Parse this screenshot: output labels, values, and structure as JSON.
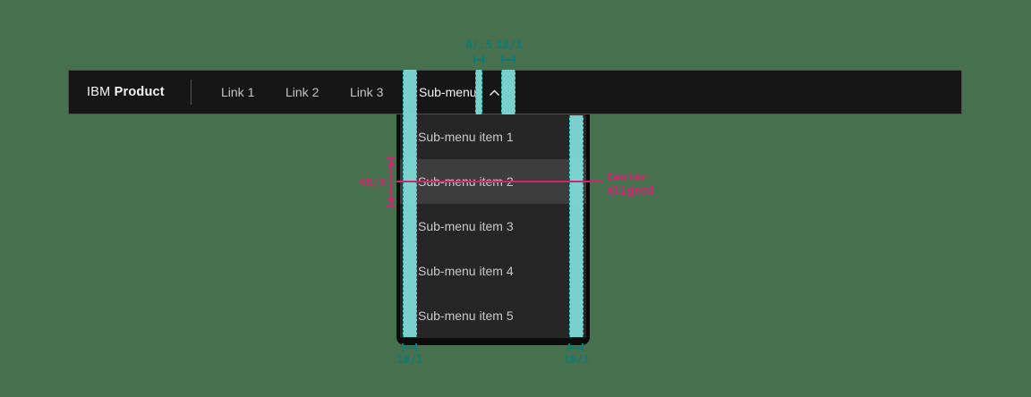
{
  "page": {
    "background_color": "#47704f",
    "description": "Carbon design spec: header sub-menu dropdown with spacing annotations"
  },
  "header": {
    "brand": {
      "prefix": "IBM ",
      "name": "Product"
    },
    "links": [
      {
        "label": "Link 1"
      },
      {
        "label": "Link 2"
      },
      {
        "label": "Link 3"
      }
    ],
    "submenu": {
      "label": "Sub-menu",
      "state": "expanded",
      "chevron_icon": "chevron-up-icon"
    }
  },
  "dropdown": {
    "items": [
      {
        "label": "Sub-menu item 1",
        "highlighted": false
      },
      {
        "label": "Sub-menu item 2",
        "highlighted": true
      },
      {
        "label": "Sub-menu item 3",
        "highlighted": false
      },
      {
        "label": "Sub-menu item 4",
        "highlighted": false
      },
      {
        "label": "Sub-menu item 5",
        "highlighted": false
      }
    ]
  },
  "annotations": {
    "colors": {
      "teal_fill": "#7fd8d5",
      "teal_border": "#0c8f89",
      "teal_label": "#0c7d79",
      "magenta": "#d02670"
    },
    "top_measurements": [
      {
        "label": "8/.5",
        "meaning": "gap between sub-menu label and chevron"
      },
      {
        "label": "16/1",
        "meaning": "right padding of trigger"
      }
    ],
    "bottom_measurements": [
      {
        "label": "16/1",
        "meaning": "dropdown left padding"
      },
      {
        "label": "16/1",
        "meaning": "dropdown right padding"
      }
    ],
    "left_measurement": {
      "label": "48/3",
      "meaning": "menu item height"
    },
    "center_note": {
      "line1": "Center",
      "line2": "aligned"
    }
  }
}
